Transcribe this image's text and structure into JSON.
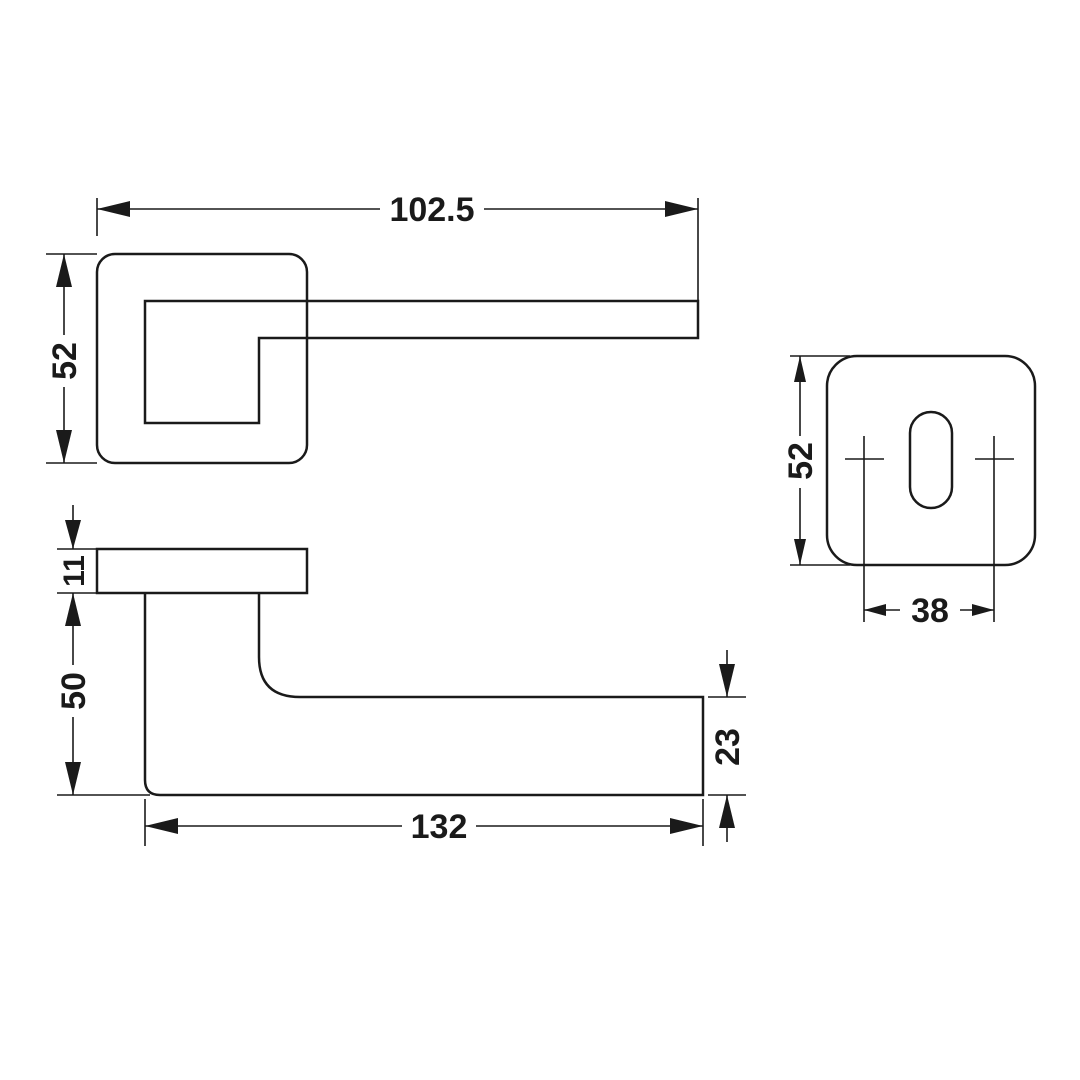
{
  "dimensions": {
    "top_width": "102.5",
    "top_height": "52",
    "rose_thickness": "11",
    "lever_projection": "50",
    "lever_length": "132",
    "lever_height": "23",
    "escutcheon_height": "52",
    "escutcheon_hole_spacing": "38"
  },
  "colors": {
    "line": "#1a1a1a",
    "background": "#ffffff"
  }
}
